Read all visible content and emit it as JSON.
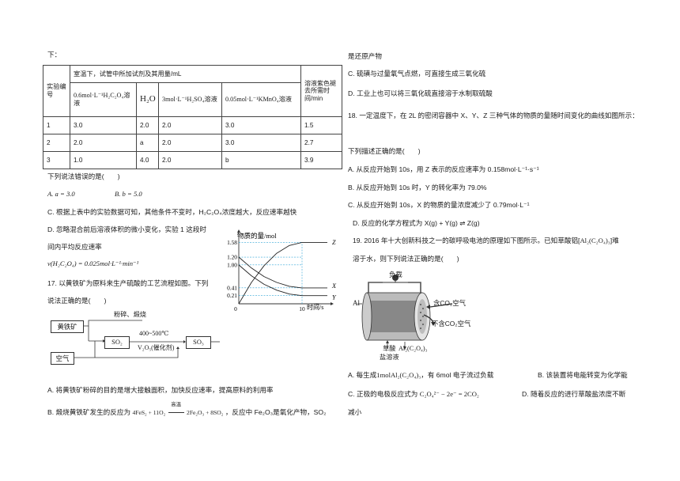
{
  "intro": "下：",
  "table": {
    "col_exp": "实验编号",
    "col_cond": "室温下，试管中所加试剂及其用量/mL",
    "col_time": "溶液紫色褪去所需时间/min",
    "sub_h2c2o4": "0.6mol·L⁻¹H₂C₂O₄溶液",
    "sub_h2o": "H₂O",
    "sub_h2so4": "3mol·L⁻¹H₂SO₄溶液",
    "sub_kmno4": "0.05mol·L⁻¹KMnO₄溶液",
    "rows": [
      [
        "1",
        "3.0",
        "2.0",
        "2.0",
        "3.0",
        "1.5"
      ],
      [
        "2",
        "2.0",
        "a",
        "2.0",
        "3.0",
        "2.7"
      ],
      [
        "3",
        "1.0",
        "4.0",
        "2.0",
        "b",
        "3.9"
      ]
    ]
  },
  "q16": {
    "stem": "下列说法错误的是(　　)",
    "optA": "A.  a = 3.0",
    "optB": "B.  b = 5.0",
    "optC": "C. 根据上表中的实验数据可知，其他条件不变时，H₂C₂O₄浓度越大，反应速率越快",
    "optD1": "D. 忽略混合前后溶液体积的微小变化，实验 1 这段时",
    "optD2": "间内平均反应速率",
    "optD3": "v(H₂C₂O₄) = 0.025mol·L⁻¹·min⁻¹"
  },
  "q17": {
    "stem1": "17. 以黄铁矿为原料来生产硫酸的工艺流程如图。下列",
    "stem2": "说法正确的是(　　)",
    "flow": {
      "pyrite": "黄铁矿",
      "grind": "粉碎、煅烧",
      "so2": "SO₂",
      "cond_top": "400~500℃",
      "cond_bottom": "V₂O₅(催化剂)",
      "so3": "SO₃",
      "air": "空气"
    },
    "optA": "A. 将黄铁矿粉碎的目的是增大接触面积，加快反应速率，提高原料的利用率",
    "optB_pre": "B. 煅烧黄铁矿发生的反应为",
    "optB_eq_left": "4FeS₂ + 11O₂",
    "optB_eq_cond": "高温",
    "optB_eq_right": "2Fe₂O₃ + 8SO₂",
    "optB_post": "，反应中 Fe₂O₃是氧化产物，SO₂",
    "optB_cont": "是还原产物",
    "optC": "C. 硫磺与过量氧气点燃，可直接生成三氧化硫",
    "optD": "D. 工业上也可以将三氧化硫直接溶于水制取硫酸"
  },
  "q18": {
    "stem": "18. 一定温度下，在 2L 的密闭容器中 X、Y、Z 三种气体的物质的量随时间变化的曲线如图所示：",
    "stem2": "下列描述正确的是(　　)",
    "optA": "A. 从反应开始到 10s，用 Z 表示的反应速率为 0.158mol·L⁻¹·s⁻¹",
    "optB": "B. 从反应开始到 10s 时，Y 的转化率为 79.0%",
    "optC": "C. 从反应开始到 10s，X 的物质的量浓度减少了 0.79mol·L⁻¹",
    "optD": "D. 反应的化学方程式为 X(g) + Y(g) ⇌ Z(g)",
    "chart_title": "物质的量/mol",
    "chart_xlabel": "时间/s"
  },
  "chart_data": {
    "type": "line",
    "title": "",
    "ylabel": "物质的量/mol",
    "xlabel": "时间/s",
    "x_ticks": [
      "0",
      "10"
    ],
    "y_ticks": [
      "1.58",
      "1.20",
      "1.00",
      "0.41",
      "0.21"
    ],
    "xlim": [
      0,
      14
    ],
    "ylim": [
      0,
      1.75
    ],
    "series": [
      {
        "name": "Z",
        "x": [
          0,
          2,
          4,
          6,
          8,
          10,
          14
        ],
        "y": [
          0,
          0.55,
          0.98,
          1.3,
          1.5,
          1.58,
          1.58
        ]
      },
      {
        "name": "X",
        "x": [
          0,
          2,
          4,
          6,
          8,
          10,
          14
        ],
        "y": [
          1.2,
          0.92,
          0.7,
          0.55,
          0.45,
          0.41,
          0.41
        ]
      },
      {
        "name": "Y",
        "x": [
          0,
          2,
          4,
          6,
          8,
          10,
          14
        ],
        "y": [
          1.0,
          0.72,
          0.5,
          0.35,
          0.25,
          0.21,
          0.21
        ]
      }
    ]
  },
  "q19": {
    "stem1_pre": "19. 2016 年十大创新科技之一的碳呼吸电池的原理如下图所示。已知草酸铝[",
    "stem1_formula": "Al₂(C₂O₄)₃",
    "stem1_post": "]难",
    "stem2": "溶于水，则下列说法正确的是(　　)",
    "fig": {
      "load": "负载",
      "al": "Al",
      "co2_in": "含CO₂空气",
      "co2_out": "不含CO₂空气",
      "electrolyte": "草酸\n盐溶液",
      "electrolyte1": "草酸",
      "electrolyte2": "盐溶液",
      "product": "Al₂(C₂O₄)₃"
    },
    "optA_pre": "A. 每生成",
    "optA_formula": "1molAl₂(C₂O₄)₃",
    "optA_post": "，有 6mol 电子流过负载",
    "optB": "B. 该装置将电能转变为化学能",
    "optC_pre": "C. 正极的电极反应式为",
    "optC_formula": "C₂O₄²⁻ − 2e⁻ = 2CO₂",
    "optD": "D. 随着反应的进行草酸盐浓度不断",
    "optD_cont": "减小"
  }
}
